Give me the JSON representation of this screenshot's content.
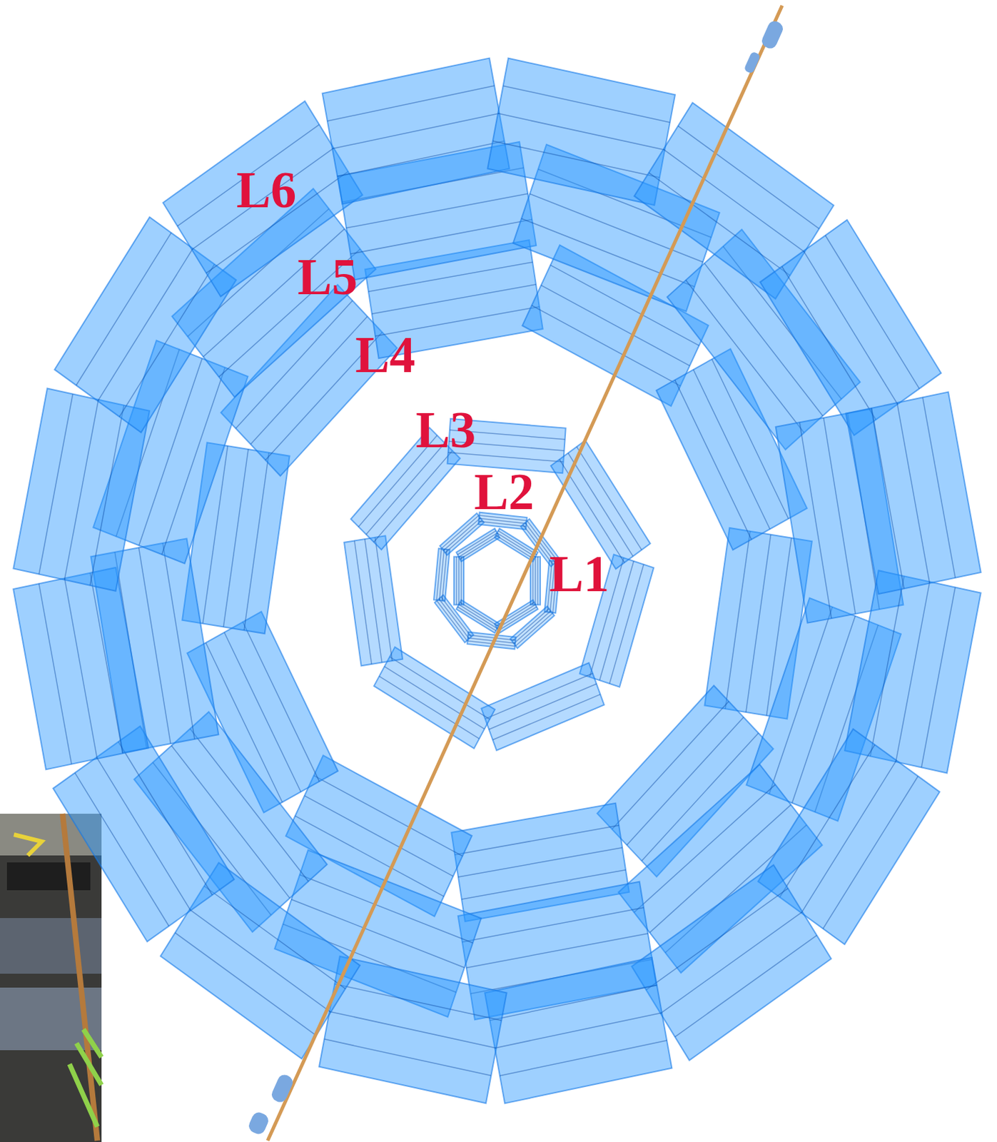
{
  "diagram": {
    "labels": [
      "L6",
      "L5",
      "L4",
      "L3",
      "L2",
      "L1"
    ]
  }
}
